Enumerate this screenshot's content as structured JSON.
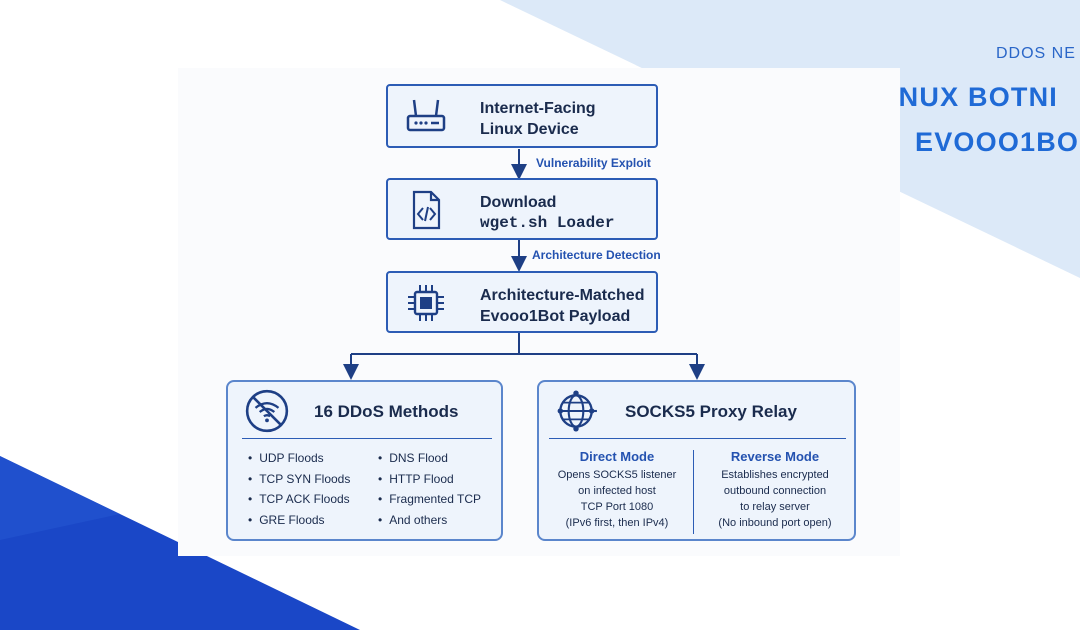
{
  "header": {
    "tag": "DDOS NE",
    "title_line1": "NEW LINUX BOTNI",
    "title_line2": "EVOOO1BO"
  },
  "flow": {
    "node1": {
      "icon": "router-icon",
      "line1": "Internet-Facing",
      "line2": "Linux Device"
    },
    "edge1": "Vulnerability Exploit",
    "node2": {
      "icon": "code-file-icon",
      "line1": "Download",
      "line2": "wget.sh Loader"
    },
    "edge2": "Architecture Detection",
    "node3": {
      "icon": "cpu-chip-icon",
      "line1": "Architecture-Matched",
      "line2": "Evooo1Bot Payload"
    }
  },
  "ddos": {
    "icon": "no-wifi-icon",
    "title": "16 DDoS Methods",
    "methods_left": [
      "UDP Floods",
      "TCP SYN Floods",
      "TCP ACK Floods",
      "GRE Floods"
    ],
    "methods_right": [
      "DNS Flood",
      "HTTP Flood",
      "Fragmented TCP",
      "And others"
    ]
  },
  "proxy": {
    "icon": "globe-network-icon",
    "title": "SOCKS5 Proxy Relay",
    "direct": {
      "title": "Direct Mode",
      "lines": [
        "Opens SOCKS5 listener",
        "on infected host",
        "TCP Port 1080",
        "(IPv6 first, then IPv4)"
      ]
    },
    "reverse": {
      "title": "Reverse Mode",
      "lines": [
        "Establishes encrypted",
        "outbound connection",
        "to relay server",
        "(No inbound port open)"
      ]
    }
  },
  "colors": {
    "accent": "#1f6ad6",
    "node_border": "#2c5cb5",
    "node_fill": "#eef4fc",
    "light_shape": "#dce9f8",
    "dark_shape": "#1a47c7"
  }
}
